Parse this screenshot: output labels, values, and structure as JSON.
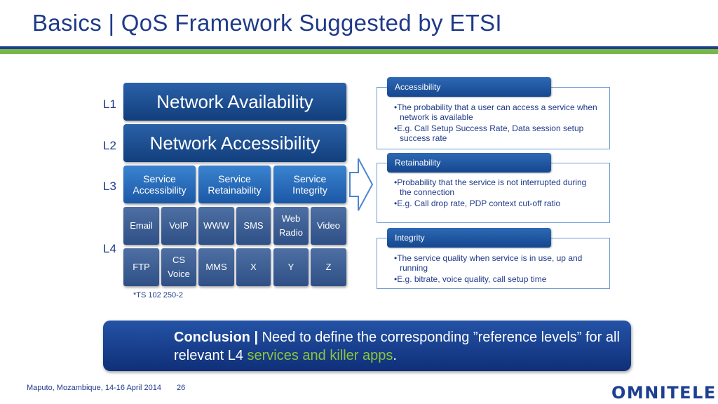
{
  "title": "Basics | QoS Framework Suggested by ETSI",
  "levels": {
    "l1": "L1",
    "l2": "L2",
    "l3": "L3",
    "l4": "L4"
  },
  "pyramid": {
    "availability": "Network Availability",
    "accessibility": "Network Accessibility",
    "services": [
      {
        "line1": "Service",
        "line2": "Accessibility"
      },
      {
        "line1": "Service",
        "line2": "Retainability"
      },
      {
        "line1": "Service",
        "line2": "Integrity"
      }
    ],
    "row4a": [
      {
        "line1": "Email",
        "line2": ""
      },
      {
        "line1": "VoIP",
        "line2": ""
      },
      {
        "line1": "WWW",
        "line2": ""
      },
      {
        "line1": "SMS",
        "line2": ""
      },
      {
        "line1": "Web",
        "line2": "Radio"
      },
      {
        "line1": "Video",
        "line2": ""
      }
    ],
    "row4b": [
      {
        "line1": "FTP",
        "line2": ""
      },
      {
        "line1": "CS",
        "line2": "Voice"
      },
      {
        "line1": "MMS",
        "line2": ""
      },
      {
        "line1": "X",
        "line2": ""
      },
      {
        "line1": "Y",
        "line2": ""
      },
      {
        "line1": "Z",
        "line2": ""
      }
    ],
    "note": "*TS 102 250-2"
  },
  "definitions": [
    {
      "label": "Accessibility",
      "bullets": [
        "•The probability that a user can access a service when network is available",
        "•E.g. Call Setup Success Rate, Data session setup success rate"
      ]
    },
    {
      "label": "Retainability",
      "bullets": [
        "•Probability that the service is not interrupted during the connection",
        "•E.g. Call drop rate, PDP context cut-off ratio"
      ]
    },
    {
      "label": "Integrity",
      "bullets": [
        "•The service quality when service is in use, up and running",
        "•E.g. bitrate, voice quality, call setup time"
      ]
    }
  ],
  "conclusion": {
    "lead": "Conclusion |",
    "text": " Need to define the corresponding ”reference levels” for all relevant L4 ",
    "highlight": "services and killer apps",
    "end": "."
  },
  "footer": {
    "location": "Maputo, Mozambique, 14-16 April 2014",
    "page": "26",
    "logo": "OMNITELE"
  },
  "colors": {
    "brand_blue": "#1d3f91",
    "accent_green": "#7ab648",
    "highlight_green": "#8cc63f"
  }
}
